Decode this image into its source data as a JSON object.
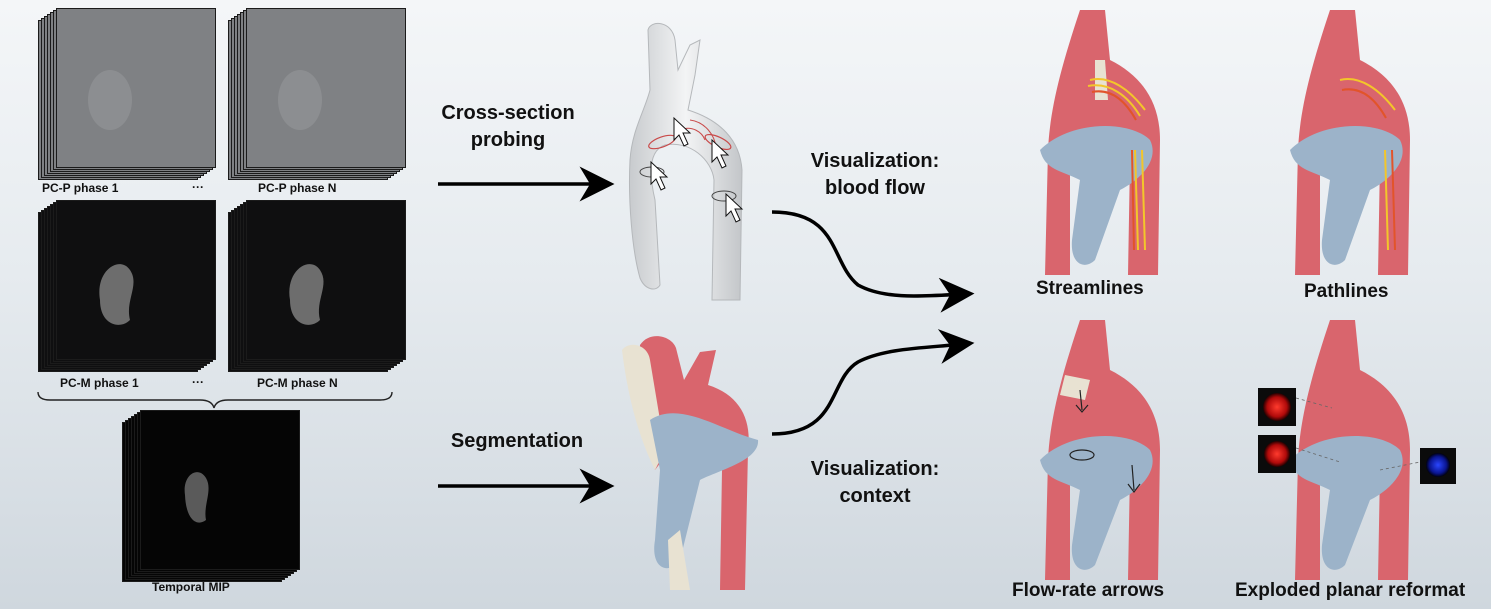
{
  "input_data": {
    "pcp_phase_1": "PC-P phase 1",
    "pcp_ellipsis": "···",
    "pcp_phase_n": "PC-P phase N",
    "pcm_phase_1": "PC-M phase 1",
    "pcm_ellipsis": "···",
    "pcm_phase_n": "PC-M phase N",
    "temporal_mip": "Temporal MIP"
  },
  "steps": {
    "cross_section_probing": "Cross-section\nprobing",
    "segmentation": "Segmentation",
    "vis_blood_flow": "Visualization:\nblood flow",
    "vis_context": "Visualization:\ncontext"
  },
  "results": {
    "streamlines": "Streamlines",
    "pathlines": "Pathlines",
    "flow_rate_arrows": "Flow-rate arrows",
    "exploded_planar_reformat": "Exploded planar reformat"
  },
  "colors": {
    "vessel_red": "#d9656d",
    "vessel_blue": "#9cb3c9",
    "vessel_bone": "#e8e2d2",
    "flow_yellow": "#f3c62a",
    "flow_orange": "#e2542a"
  }
}
